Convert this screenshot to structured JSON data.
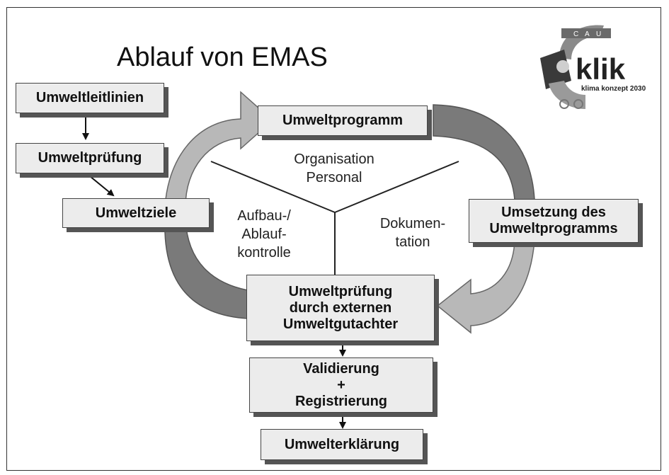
{
  "title": "Ablauf von EMAS",
  "boxes": {
    "leitlinien": "Umweltleitlinien",
    "pruefung": "Umweltprüfung",
    "ziele": "Umweltziele",
    "programm": "Umweltprogramm",
    "umsetzung": "Umsetzung des\nUmweltprogramms",
    "extern": "Umweltprüfung\ndurch externen\nUmweltgutachter",
    "validierung": "Validierung\n+\nRegistrierung",
    "erklaerung": "Umwelterklärung"
  },
  "labels": {
    "organisation": "Organisation\nPersonal",
    "aufbau": "Aufbau-/\nAblauf-\nkontrolle",
    "dokumentation": "Dokumen-\ntation"
  },
  "logo": {
    "wordmark": "klik",
    "tagline": "klima konzept 2030",
    "letters": [
      "C",
      "A",
      "U"
    ]
  },
  "colors": {
    "box_fill": "#ececec",
    "arrow_light": "#b3b3b3",
    "arrow_dark": "#777777",
    "shadow": "#555555"
  }
}
